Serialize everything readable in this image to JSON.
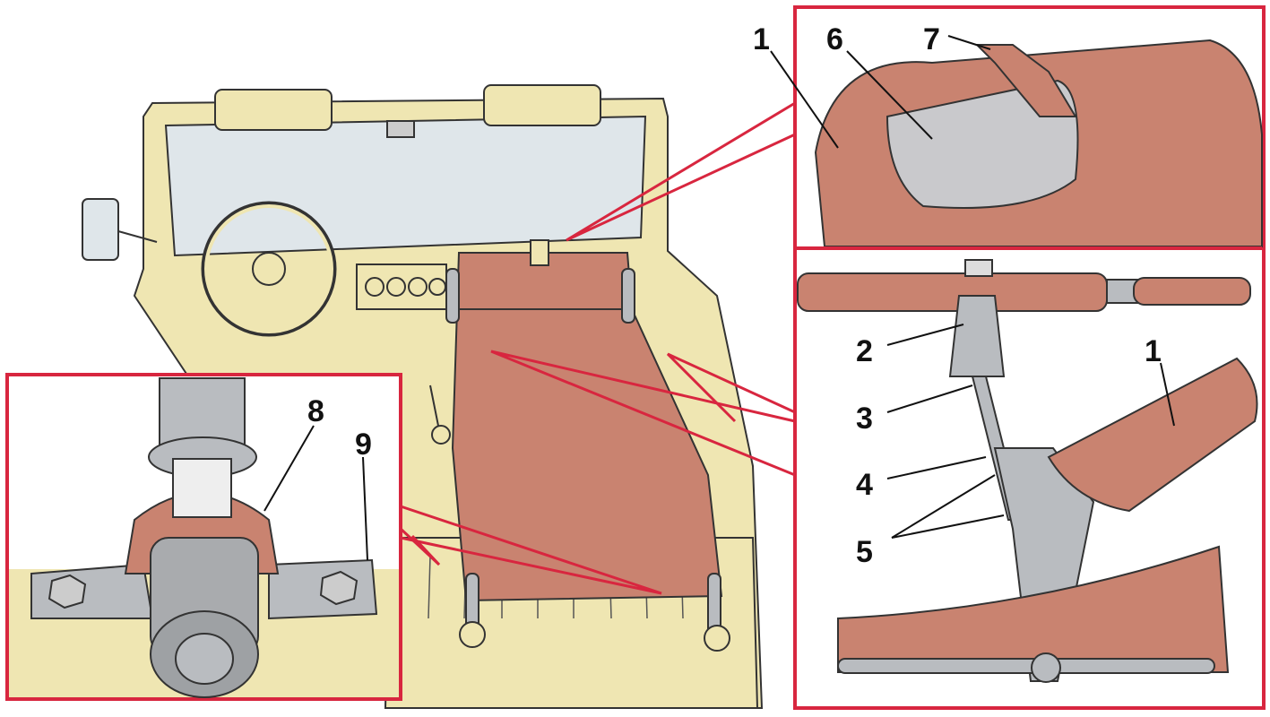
{
  "figure": {
    "callouts": {
      "top_left_1": "1",
      "six": "6",
      "seven": "7",
      "two": "2",
      "three": "3",
      "four": "4",
      "five": "5",
      "right_1": "1",
      "eight": "8",
      "nine": "9"
    },
    "colors": {
      "frame_red": "#d8263f",
      "body_beige": "#efe6b2",
      "upholstery": "#c98370",
      "metal": "#b9bcc0"
    }
  }
}
